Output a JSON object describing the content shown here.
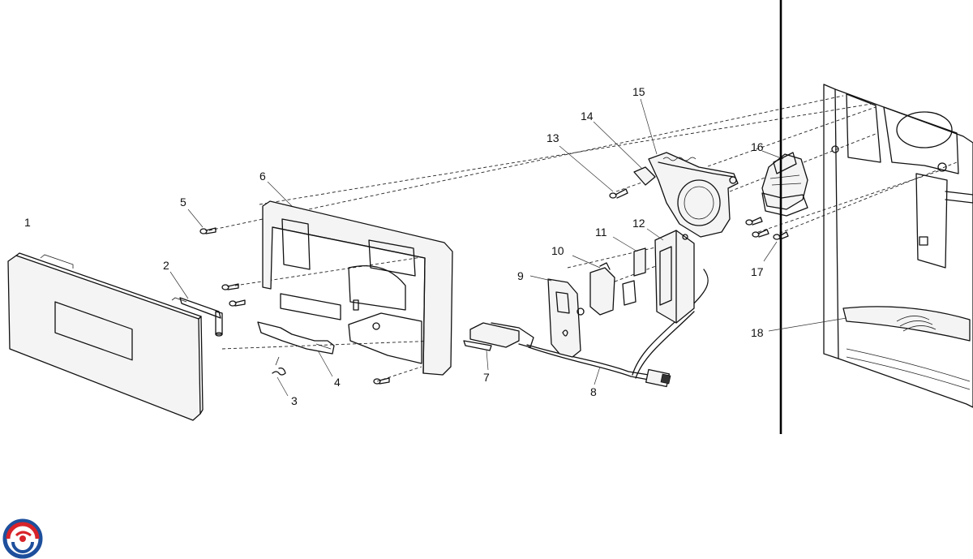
{
  "callouts": [
    {
      "id": "1",
      "label": "1"
    },
    {
      "id": "2",
      "label": "2"
    },
    {
      "id": "3",
      "label": "3"
    },
    {
      "id": "4",
      "label": "4"
    },
    {
      "id": "5",
      "label": "5"
    },
    {
      "id": "6",
      "label": "6"
    },
    {
      "id": "7",
      "label": "7"
    },
    {
      "id": "8",
      "label": "8"
    },
    {
      "id": "9",
      "label": "9"
    },
    {
      "id": "10",
      "label": "10"
    },
    {
      "id": "11",
      "label": "11"
    },
    {
      "id": "12",
      "label": "12"
    },
    {
      "id": "13",
      "label": "13"
    },
    {
      "id": "14",
      "label": "14"
    },
    {
      "id": "15",
      "label": "15"
    },
    {
      "id": "16",
      "label": "16"
    },
    {
      "id": "17",
      "label": "17"
    },
    {
      "id": "18",
      "label": "18"
    }
  ],
  "logo": {
    "name": "brand-logo",
    "colors": [
      "#1d4f9c",
      "#d8232a"
    ]
  }
}
